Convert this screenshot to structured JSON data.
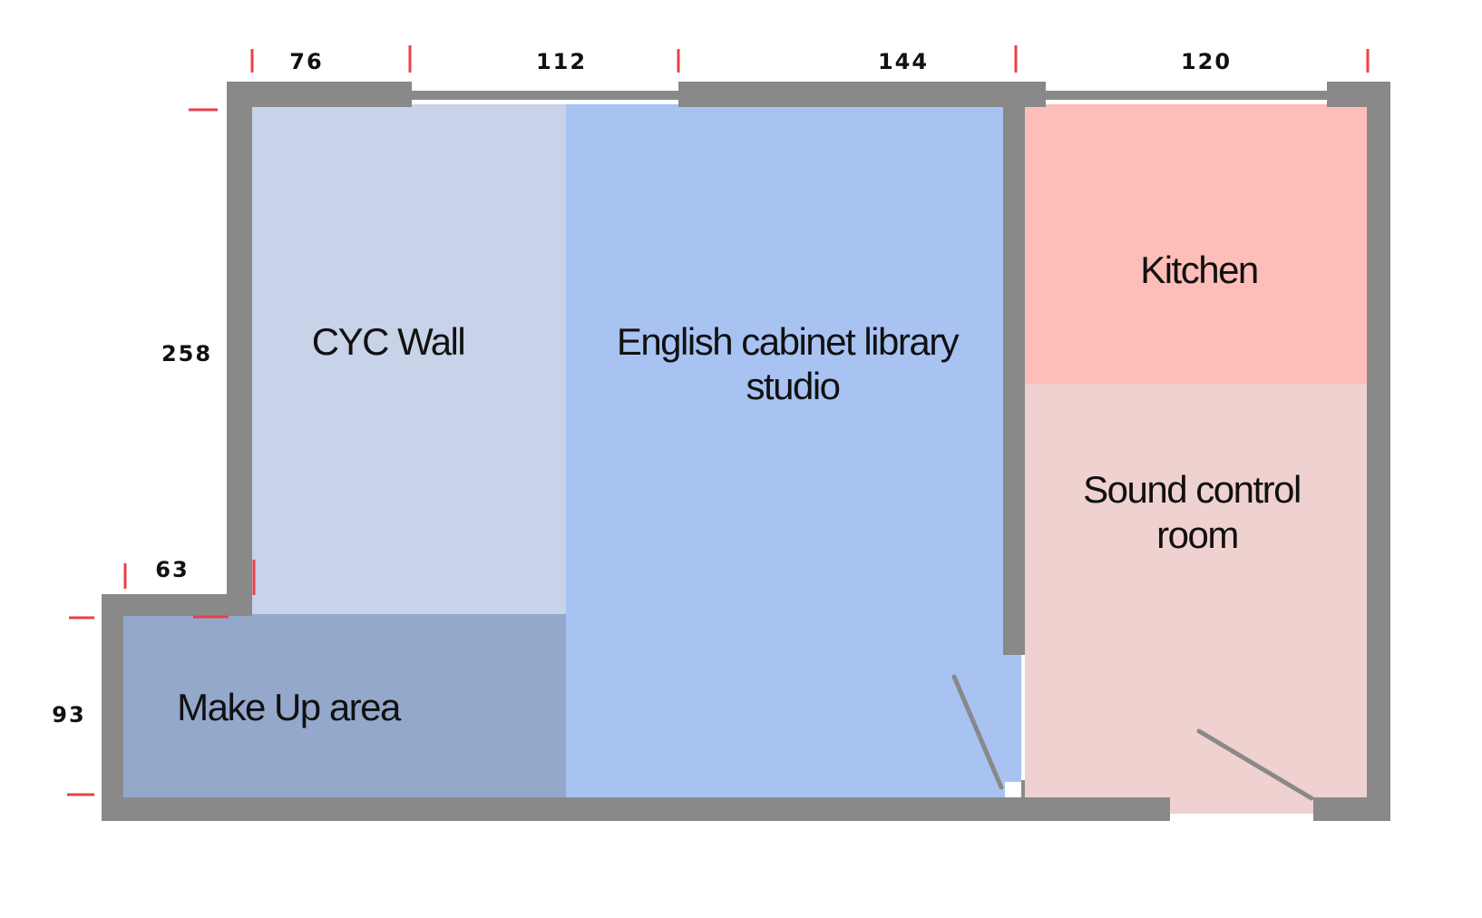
{
  "colors": {
    "wall": "#898989",
    "tick": "#e8424a",
    "cyc_wall": "#c8d3e9",
    "studio": "#a8c3f2",
    "makeup": "#94a8cc",
    "kitchen": "#fdbdb8",
    "sound_control": "#efd1cf"
  },
  "rooms": {
    "cyc_wall": "CYC Wall",
    "studio_line1": "English cabinet library",
    "studio_line2": "studio",
    "kitchen": "Kitchen",
    "sound_line1": "Sound control",
    "sound_line2": "room",
    "makeup": "Make Up area"
  },
  "dimensions": {
    "top_1": "76",
    "top_2": "112",
    "top_3": "144",
    "top_4": "120",
    "left_upper": "258",
    "step_width": "63",
    "left_lower": "93"
  }
}
